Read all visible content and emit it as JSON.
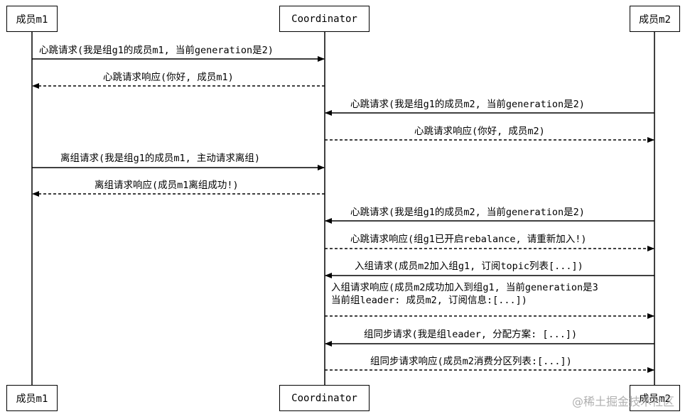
{
  "participants": {
    "m1": "成员m1",
    "coordinator": "Coordinator",
    "m2": "成员m2"
  },
  "messages": [
    {
      "text": "心跳请求(我是组g1的成员m1, 当前generation是2)",
      "style": "solid"
    },
    {
      "text": "心跳请求响应(你好, 成员m1)",
      "style": "dashed"
    },
    {
      "text": "心跳请求(我是组g1的成员m2, 当前generation是2)",
      "style": "solid"
    },
    {
      "text": "心跳请求响应(你好, 成员m2)",
      "style": "dashed"
    },
    {
      "text": "离组请求(我是组g1的成员m1, 主动请求离组)",
      "style": "solid"
    },
    {
      "text": "离组请求响应(成员m1离组成功!)",
      "style": "dashed"
    },
    {
      "text": "心跳请求(我是组g1的成员m2, 当前generation是2)",
      "style": "solid"
    },
    {
      "text": "心跳请求响应(组g1已开启rebalance, 请重新加入!)",
      "style": "dashed"
    },
    {
      "text": "入组请求(成员m2加入组g1, 订阅topic列表[...])",
      "style": "solid"
    },
    {
      "text": "入组请求响应(成员m2成功加入到组g1, 当前generation是3",
      "text2": "当前组leader: 成员m2, 订阅信息:[...])",
      "style": "dashed"
    },
    {
      "text": "组同步请求(我是组leader, 分配方案: [...])",
      "style": "solid"
    },
    {
      "text": "组同步请求响应(成员m2消费分区列表:[...])",
      "style": "dashed"
    }
  ],
  "watermark": "@稀土掘金技术社区"
}
